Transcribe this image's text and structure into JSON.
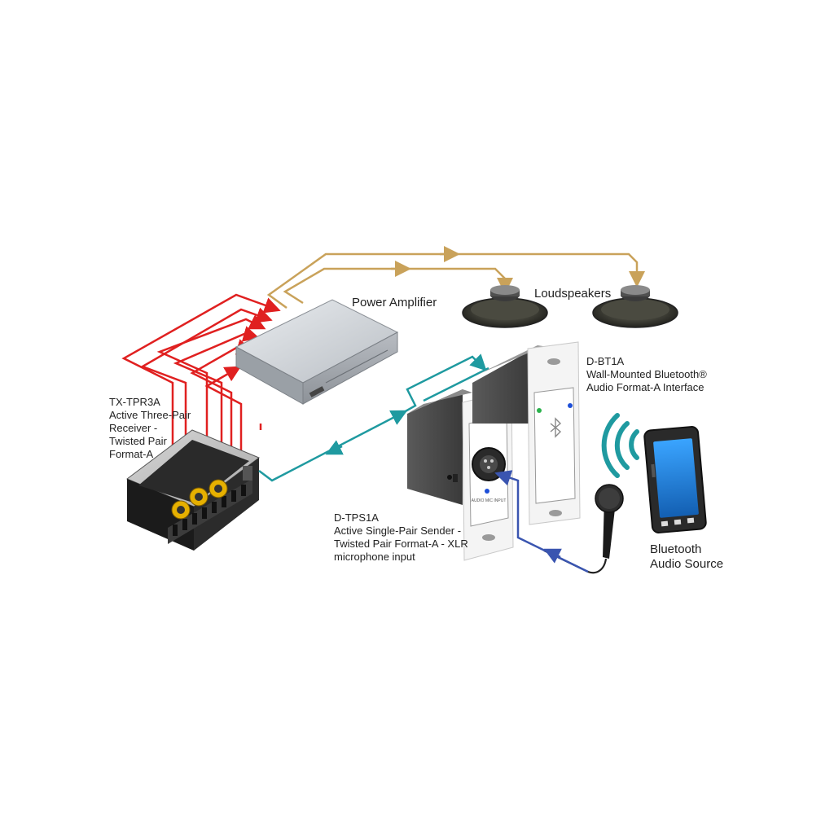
{
  "labels": {
    "power_amplifier": "Power Amplifier",
    "loudspeakers": "Loudspeakers",
    "tx_tpr3a": {
      "title": "TX-TPR3A",
      "lines": [
        "Active Three-Pair",
        "Receiver -",
        "Twisted Pair",
        "Format-A"
      ]
    },
    "d_bt1a": {
      "title": "D-BT1A",
      "lines": [
        "Wall-Mounted Bluetooth®",
        "Audio Format-A Interface"
      ]
    },
    "d_tps1a": {
      "title": "D-TPS1A",
      "lines": [
        "Active Single-Pair Sender -",
        "Twisted Pair Format-A - XLR",
        "microphone input"
      ]
    },
    "bluetooth_source": {
      "lines": [
        "Bluetooth",
        "Audio Source"
      ]
    }
  },
  "device_markings": {
    "wallplate_tps_text": "AUDIO MIC INPUT"
  },
  "colors": {
    "speaker_line": "#c9a25a",
    "receiver_line": "#e02020",
    "twisted_pair_line": "#1f9aa0",
    "mic_line": "#3a55b0",
    "device_dark": "#1b1b1b",
    "plate_white": "#f4f4f4",
    "phone_screen": "#1e7fd6"
  }
}
